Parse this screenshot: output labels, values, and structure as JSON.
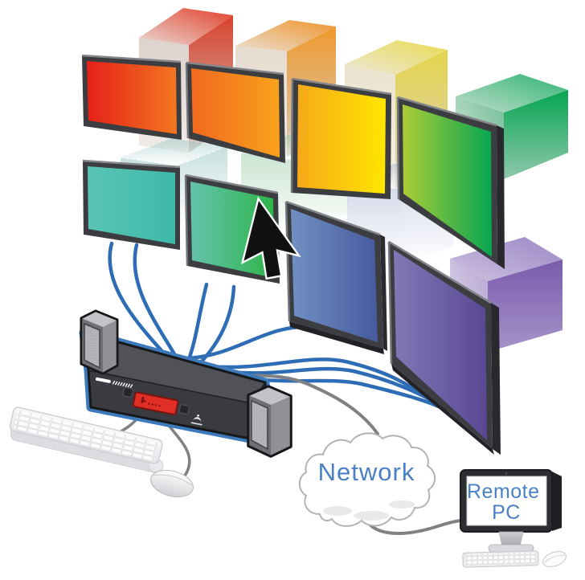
{
  "scene": {
    "description": "Curved wall of eight colour-gradient monitors linked to a KVM switch with keyboard, mouse and speakers, connected through a network cloud to a remote PC"
  },
  "labels": {
    "network_cloud": "Network",
    "remote_pc_line1": "Remote",
    "remote_pc_line2": "PC"
  },
  "colors": {
    "cable_blue": "#2e6db6",
    "cable_gray": "#808185",
    "label_blue": "#4a80c4",
    "kvm_outline_blue": "#3d7abc",
    "kvm_display_red": "#df2f26",
    "monitor_bezel": "#3c3d41",
    "cursor_black": "#111111",
    "monitors": [
      {
        "position": "top-1",
        "from": "#e52019",
        "to": "#f2771f"
      },
      {
        "position": "top-2",
        "from": "#f1691f",
        "to": "#f9a21c"
      },
      {
        "position": "top-3",
        "from": "#f6a919",
        "to": "#ffe600"
      },
      {
        "position": "top-4",
        "from": "#accd37",
        "to": "#06a551"
      },
      {
        "position": "bottom-1",
        "from": "#5ac4b4",
        "to": "#3eb9aa"
      },
      {
        "position": "bottom-2",
        "from": "#64c3ad",
        "to": "#2eb449"
      },
      {
        "position": "bottom-3",
        "from": "#7090c2",
        "to": "#475a9f"
      },
      {
        "position": "bottom-4",
        "from": "#8079b6",
        "to": "#5a4793"
      }
    ],
    "cubes": [
      {
        "position": "top-1",
        "color": "#e2402a"
      },
      {
        "position": "top-2",
        "color": "#f0952d"
      },
      {
        "position": "top-3",
        "color": "#e8da52"
      },
      {
        "position": "top-4",
        "color": "#2eb571"
      },
      {
        "position": "mid-ghost-1",
        "color": "#8fc4bf"
      },
      {
        "position": "mid-ghost-2",
        "color": "#96cba4"
      },
      {
        "position": "mid-ghost-3",
        "color": "#a5b2d4"
      },
      {
        "position": "bottom-right",
        "color": "#9b87c5"
      }
    ]
  }
}
